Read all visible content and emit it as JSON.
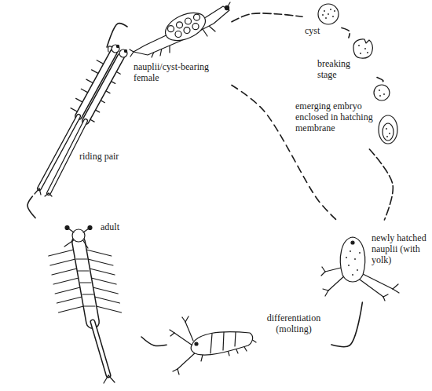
{
  "diagram": {
    "nodes": [
      {
        "text": [
          "nauplii/cyst-bearing female"
        ]
      },
      {
        "text": [
          "cyst"
        ]
      },
      {
        "text": [
          "breaking stage"
        ]
      },
      {
        "text": [
          "emerging embryo enclosed in hatching membrane"
        ]
      },
      {
        "text": [
          "newly hatched nauplii (with yolk)"
        ]
      },
      {
        "text": [
          "differentiation (molting)"
        ]
      },
      {
        "text": [
          "adult"
        ]
      },
      {
        "text": [
          "riding pair"
        ]
      }
    ],
    "edges": [
      {
        "from": 0,
        "to": 1,
        "arrow": "none"
      },
      {
        "from": 1,
        "to": 2,
        "arrow": "none"
      },
      {
        "from": 2,
        "to": 3,
        "arrow": "none"
      },
      {
        "from": 3,
        "to": 4,
        "arrow": "none"
      },
      {
        "from": 0,
        "to": 4,
        "arrow": "none"
      },
      {
        "from": 4,
        "to": 5,
        "arrow": "none"
      },
      {
        "from": 5,
        "to": 6,
        "arrow": "none"
      },
      {
        "from": 6,
        "to": 7,
        "arrow": "none"
      },
      {
        "from": 7,
        "to": 0,
        "arrow": "none"
      }
    ]
  }
}
